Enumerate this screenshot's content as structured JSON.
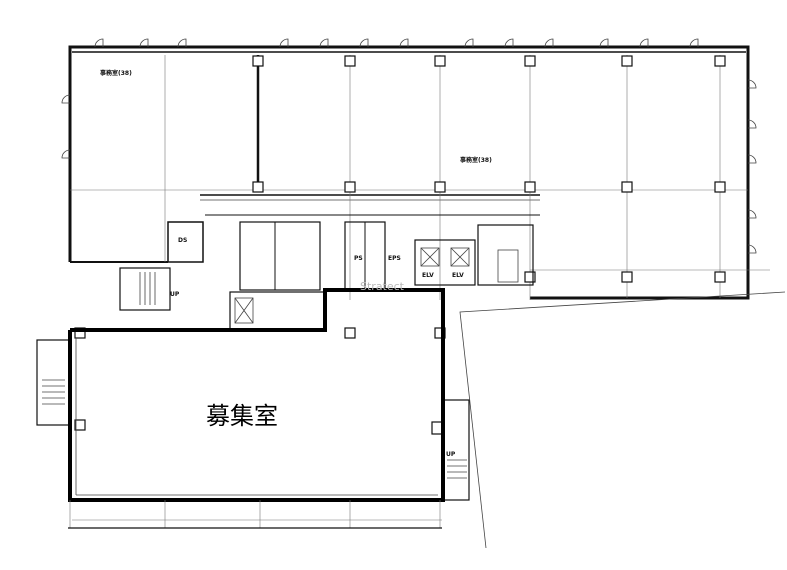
{
  "plan": {
    "vacant_room_label": "募集室",
    "office_label_left": "事務室(38)",
    "office_label_right": "事務室(38)",
    "rooms": {
      "ds": "DS",
      "eps": "EPS",
      "ps": "PS",
      "ev1": "ELV",
      "ev2": "ELV",
      "up1": "UP",
      "up2": "UP"
    },
    "watermark": "Stratect"
  }
}
